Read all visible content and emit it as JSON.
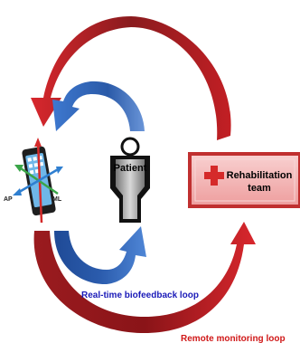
{
  "labels": {
    "patient": "Patient",
    "team_line1": "Rehabilitation",
    "team_line2": "team",
    "inner_loop": "Real-time biofeedback loop",
    "outer_loop": "Remote monitoring loop",
    "axis_ap": "AP",
    "axis_ml": "ML"
  },
  "colors": {
    "outer_loop_arrow": "#c8232a",
    "inner_loop_arrow": "#2f63b4",
    "inner_loop_text": "#1a1ab8",
    "outer_loop_text": "#d01818",
    "team_box_fill": "#f3b6b6",
    "team_cross": "#d52a2a"
  },
  "icons": [
    "smartphone-icon",
    "patient-figure-icon",
    "medical-cross-icon"
  ]
}
